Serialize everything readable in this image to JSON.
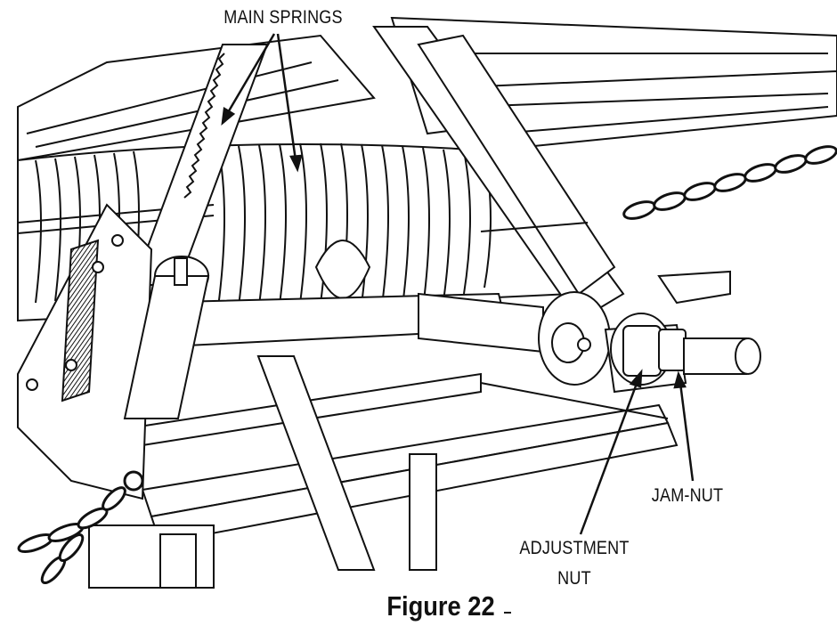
{
  "labels": {
    "main_springs": "MAIN SPRINGS",
    "jam_nut": "JAM-NUT",
    "adjustment_nut_line1": "ADJUSTMENT",
    "adjustment_nut_line2": "NUT"
  },
  "caption": "Figure 22",
  "colors": {
    "line": "#111111",
    "fill": "#ffffff",
    "shade": "#cfcfcf"
  }
}
